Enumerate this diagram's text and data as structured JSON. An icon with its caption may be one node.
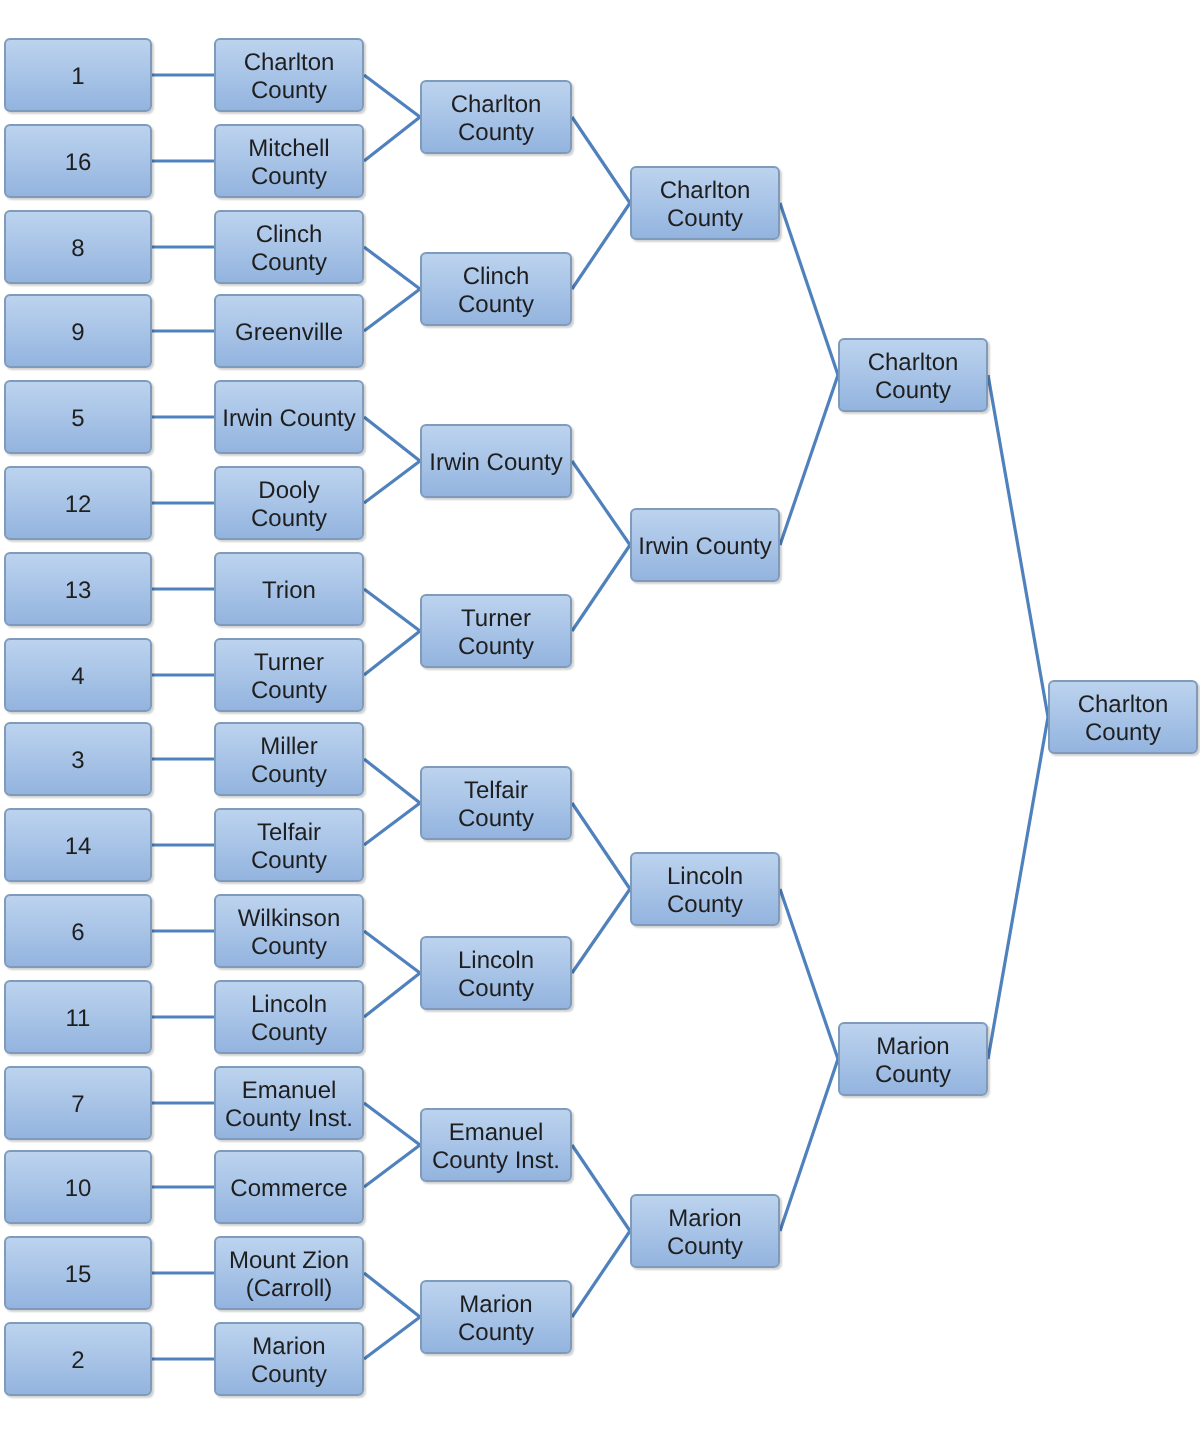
{
  "diagram": {
    "nodes": [
      {
        "text": [
          "1"
        ]
      },
      {
        "text": [
          "16"
        ]
      },
      {
        "text": [
          "8"
        ]
      },
      {
        "text": [
          "9"
        ]
      },
      {
        "text": [
          "5"
        ]
      },
      {
        "text": [
          "12"
        ]
      },
      {
        "text": [
          "13"
        ]
      },
      {
        "text": [
          "4"
        ]
      },
      {
        "text": [
          "3"
        ]
      },
      {
        "text": [
          "14"
        ]
      },
      {
        "text": [
          "6"
        ]
      },
      {
        "text": [
          "11"
        ]
      },
      {
        "text": [
          "7"
        ]
      },
      {
        "text": [
          "10"
        ]
      },
      {
        "text": [
          "15"
        ]
      },
      {
        "text": [
          "2"
        ]
      },
      {
        "text": [
          "Charlton County"
        ]
      },
      {
        "text": [
          "Mitchell County"
        ]
      },
      {
        "text": [
          "Clinch County"
        ]
      },
      {
        "text": [
          "Greenville"
        ]
      },
      {
        "text": [
          "Irwin County"
        ]
      },
      {
        "text": [
          "Dooly County"
        ]
      },
      {
        "text": [
          "Trion"
        ]
      },
      {
        "text": [
          "Turner County"
        ]
      },
      {
        "text": [
          "Miller County"
        ]
      },
      {
        "text": [
          "Telfair County"
        ]
      },
      {
        "text": [
          "Wilkinson County"
        ]
      },
      {
        "text": [
          "Lincoln County"
        ]
      },
      {
        "text": [
          "Emanuel County Inst."
        ]
      },
      {
        "text": [
          "Commerce"
        ]
      },
      {
        "text": [
          "Mount Zion (Carroll)"
        ]
      },
      {
        "text": [
          "Marion County"
        ]
      },
      {
        "text": [
          "Charlton County"
        ]
      },
      {
        "text": [
          "Clinch County"
        ]
      },
      {
        "text": [
          "Irwin County"
        ]
      },
      {
        "text": [
          "Turner County"
        ]
      },
      {
        "text": [
          "Telfair County"
        ]
      },
      {
        "text": [
          "Lincoln County"
        ]
      },
      {
        "text": [
          "Emanuel County Inst."
        ]
      },
      {
        "text": [
          "Marion County"
        ]
      },
      {
        "text": [
          "Charlton County"
        ]
      },
      {
        "text": [
          "Irwin County"
        ]
      },
      {
        "text": [
          "Lincoln County"
        ]
      },
      {
        "text": [
          "Marion County"
        ]
      },
      {
        "text": [
          "Charlton County"
        ]
      },
      {
        "text": [
          "Marion County"
        ]
      },
      {
        "text": [
          "Charlton County"
        ]
      }
    ],
    "edges": [
      {
        "from": 0,
        "to": 16,
        "arrow": "none"
      },
      {
        "from": 1,
        "to": 17,
        "arrow": "none"
      },
      {
        "from": 2,
        "to": 18,
        "arrow": "none"
      },
      {
        "from": 3,
        "to": 19,
        "arrow": "none"
      },
      {
        "from": 4,
        "to": 20,
        "arrow": "none"
      },
      {
        "from": 5,
        "to": 21,
        "arrow": "none"
      },
      {
        "from": 6,
        "to": 22,
        "arrow": "none"
      },
      {
        "from": 7,
        "to": 23,
        "arrow": "none"
      },
      {
        "from": 8,
        "to": 24,
        "arrow": "none"
      },
      {
        "from": 9,
        "to": 25,
        "arrow": "none"
      },
      {
        "from": 10,
        "to": 26,
        "arrow": "none"
      },
      {
        "from": 11,
        "to": 27,
        "arrow": "none"
      },
      {
        "from": 12,
        "to": 28,
        "arrow": "none"
      },
      {
        "from": 13,
        "to": 29,
        "arrow": "none"
      },
      {
        "from": 14,
        "to": 30,
        "arrow": "none"
      },
      {
        "from": 15,
        "to": 31,
        "arrow": "none"
      },
      {
        "from": 16,
        "to": 32,
        "arrow": "none"
      },
      {
        "from": 17,
        "to": 32,
        "arrow": "none"
      },
      {
        "from": 18,
        "to": 33,
        "arrow": "none"
      },
      {
        "from": 19,
        "to": 33,
        "arrow": "none"
      },
      {
        "from": 20,
        "to": 34,
        "arrow": "none"
      },
      {
        "from": 21,
        "to": 34,
        "arrow": "none"
      },
      {
        "from": 22,
        "to": 35,
        "arrow": "none"
      },
      {
        "from": 23,
        "to": 35,
        "arrow": "none"
      },
      {
        "from": 24,
        "to": 36,
        "arrow": "none"
      },
      {
        "from": 25,
        "to": 36,
        "arrow": "none"
      },
      {
        "from": 26,
        "to": 37,
        "arrow": "none"
      },
      {
        "from": 27,
        "to": 37,
        "arrow": "none"
      },
      {
        "from": 28,
        "to": 38,
        "arrow": "none"
      },
      {
        "from": 29,
        "to": 38,
        "arrow": "none"
      },
      {
        "from": 30,
        "to": 39,
        "arrow": "none"
      },
      {
        "from": 31,
        "to": 39,
        "arrow": "none"
      },
      {
        "from": 32,
        "to": 40,
        "arrow": "none"
      },
      {
        "from": 33,
        "to": 40,
        "arrow": "none"
      },
      {
        "from": 34,
        "to": 41,
        "arrow": "none"
      },
      {
        "from": 35,
        "to": 41,
        "arrow": "none"
      },
      {
        "from": 36,
        "to": 42,
        "arrow": "none"
      },
      {
        "from": 37,
        "to": 42,
        "arrow": "none"
      },
      {
        "from": 38,
        "to": 43,
        "arrow": "none"
      },
      {
        "from": 39,
        "to": 43,
        "arrow": "none"
      },
      {
        "from": 40,
        "to": 44,
        "arrow": "none"
      },
      {
        "from": 41,
        "to": 44,
        "arrow": "none"
      },
      {
        "from": 42,
        "to": 45,
        "arrow": "none"
      },
      {
        "from": 43,
        "to": 45,
        "arrow": "none"
      },
      {
        "from": 44,
        "to": 46,
        "arrow": "none"
      },
      {
        "from": 45,
        "to": 46,
        "arrow": "none"
      }
    ]
  }
}
